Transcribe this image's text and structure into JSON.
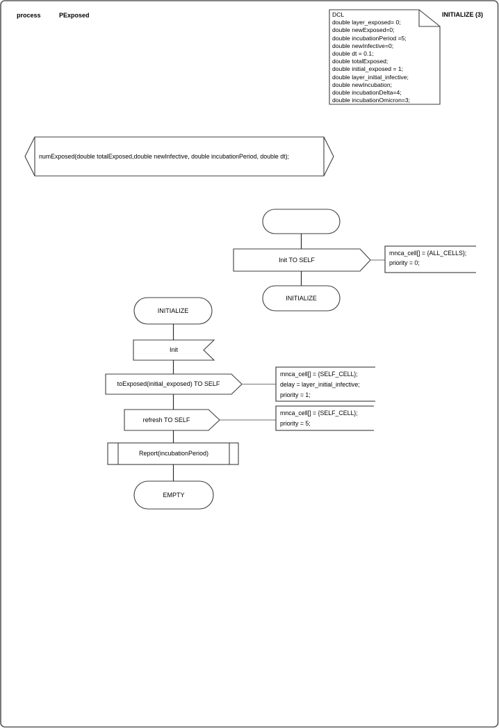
{
  "page": {
    "kind": "process",
    "name": "PExposed",
    "page_label": "INITIALIZE (3)"
  },
  "declarations": {
    "text": "DCL\ndouble layer_exposed= 0;\ndouble newExposed=0;\ndouble incubationPeriod =5;\ndouble newInfective=0;\ndouble dt = 0.1;\ndouble totalExposed;\ndouble initial_exposed = 1;\ndouble layer_initial_infective;\ndouble newIncubation;\ndouble incubationDelta=4;\ndouble incubationOmicron=3;"
  },
  "procedure_declaration": {
    "text": "numExposed(double totalExposed,double newInfective, double incubationPeriod, double dt);"
  },
  "start_flow": {
    "output_init": "Init TO SELF",
    "comment_init": "mnca_cell[] = {ALL_CELLS};\npriority = 0;",
    "next_state": "INITIALIZE"
  },
  "initialize_flow": {
    "state": "INITIALIZE",
    "input": "Init",
    "output_to_exposed": "toExposed(initial_exposed) TO SELF",
    "comment_to_exposed": "mnca_cell[] = {SELF_CELL};\ndelay = layer_initial_infective;\npriority = 1;",
    "output_refresh": "refresh TO SELF",
    "comment_refresh": "mnca_cell[] = {SELF_CELL};\npriority = 5;",
    "procedure_call": "Report(incubationPeriod)",
    "next_state": "EMPTY"
  },
  "colors": {
    "shape_stroke": "#3c3c3c",
    "comment_stroke": "#4f4f4f",
    "flow_line": "#2b2b2b",
    "comment_link": "#8a8a8a",
    "page_border": "#5a5a5a",
    "background": "#ffffff",
    "text": "#000000"
  }
}
